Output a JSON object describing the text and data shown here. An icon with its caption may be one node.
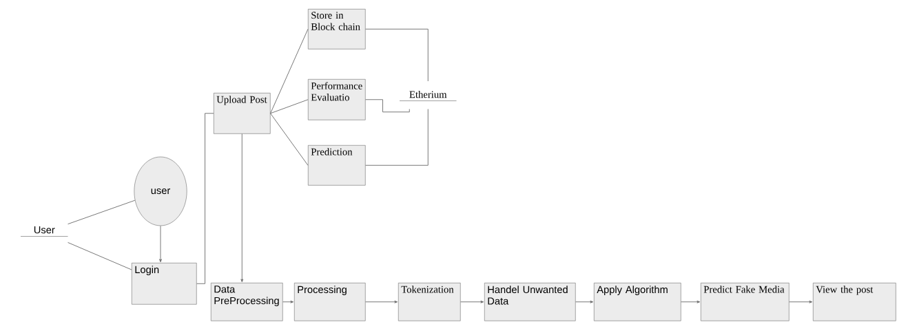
{
  "diagram": {
    "nodes": [
      {
        "text": [
          "User"
        ]
      },
      {
        "text": [
          "user"
        ]
      },
      {
        "text": [
          "Login"
        ]
      },
      {
        "text": [
          "Upload Post"
        ]
      },
      {
        "text": [
          "Store in Block chain"
        ]
      },
      {
        "text": [
          "Performance Evaluatio"
        ]
      },
      {
        "text": [
          "Prediction"
        ]
      },
      {
        "text": [
          "Etherium"
        ]
      },
      {
        "text": [
          "Data PreProcessing"
        ]
      },
      {
        "text": [
          "Processing"
        ]
      },
      {
        "text": [
          "Tokenization"
        ]
      },
      {
        "text": [
          "Handel Unwanted Data"
        ]
      },
      {
        "text": [
          "Apply Algorithm"
        ]
      },
      {
        "text": [
          "Predict Fake Media"
        ]
      },
      {
        "text": [
          "View the post"
        ]
      }
    ],
    "edges": [
      {
        "from": 1,
        "to": 0,
        "arrow": "none"
      },
      {
        "from": 0,
        "to": 2,
        "arrow": "none"
      },
      {
        "from": 1,
        "to": 2,
        "arrow": "to"
      },
      {
        "from": 2,
        "to": 3,
        "arrow": "none"
      },
      {
        "from": 3,
        "to": 4,
        "arrow": "none"
      },
      {
        "from": 3,
        "to": 5,
        "arrow": "none"
      },
      {
        "from": 3,
        "to": 6,
        "arrow": "none"
      },
      {
        "from": 4,
        "to": 7,
        "arrow": "none"
      },
      {
        "from": 5,
        "to": 7,
        "arrow": "none"
      },
      {
        "from": 6,
        "to": 7,
        "arrow": "none"
      },
      {
        "from": 3,
        "to": 8,
        "arrow": "to"
      },
      {
        "from": 8,
        "to": 9,
        "arrow": "to"
      },
      {
        "from": 9,
        "to": 10,
        "arrow": "to"
      },
      {
        "from": 10,
        "to": 11,
        "arrow": "to"
      },
      {
        "from": 11,
        "to": 12,
        "arrow": "to"
      },
      {
        "from": 12,
        "to": 13,
        "arrow": "to"
      },
      {
        "from": 13,
        "to": 14,
        "arrow": "to"
      }
    ]
  }
}
